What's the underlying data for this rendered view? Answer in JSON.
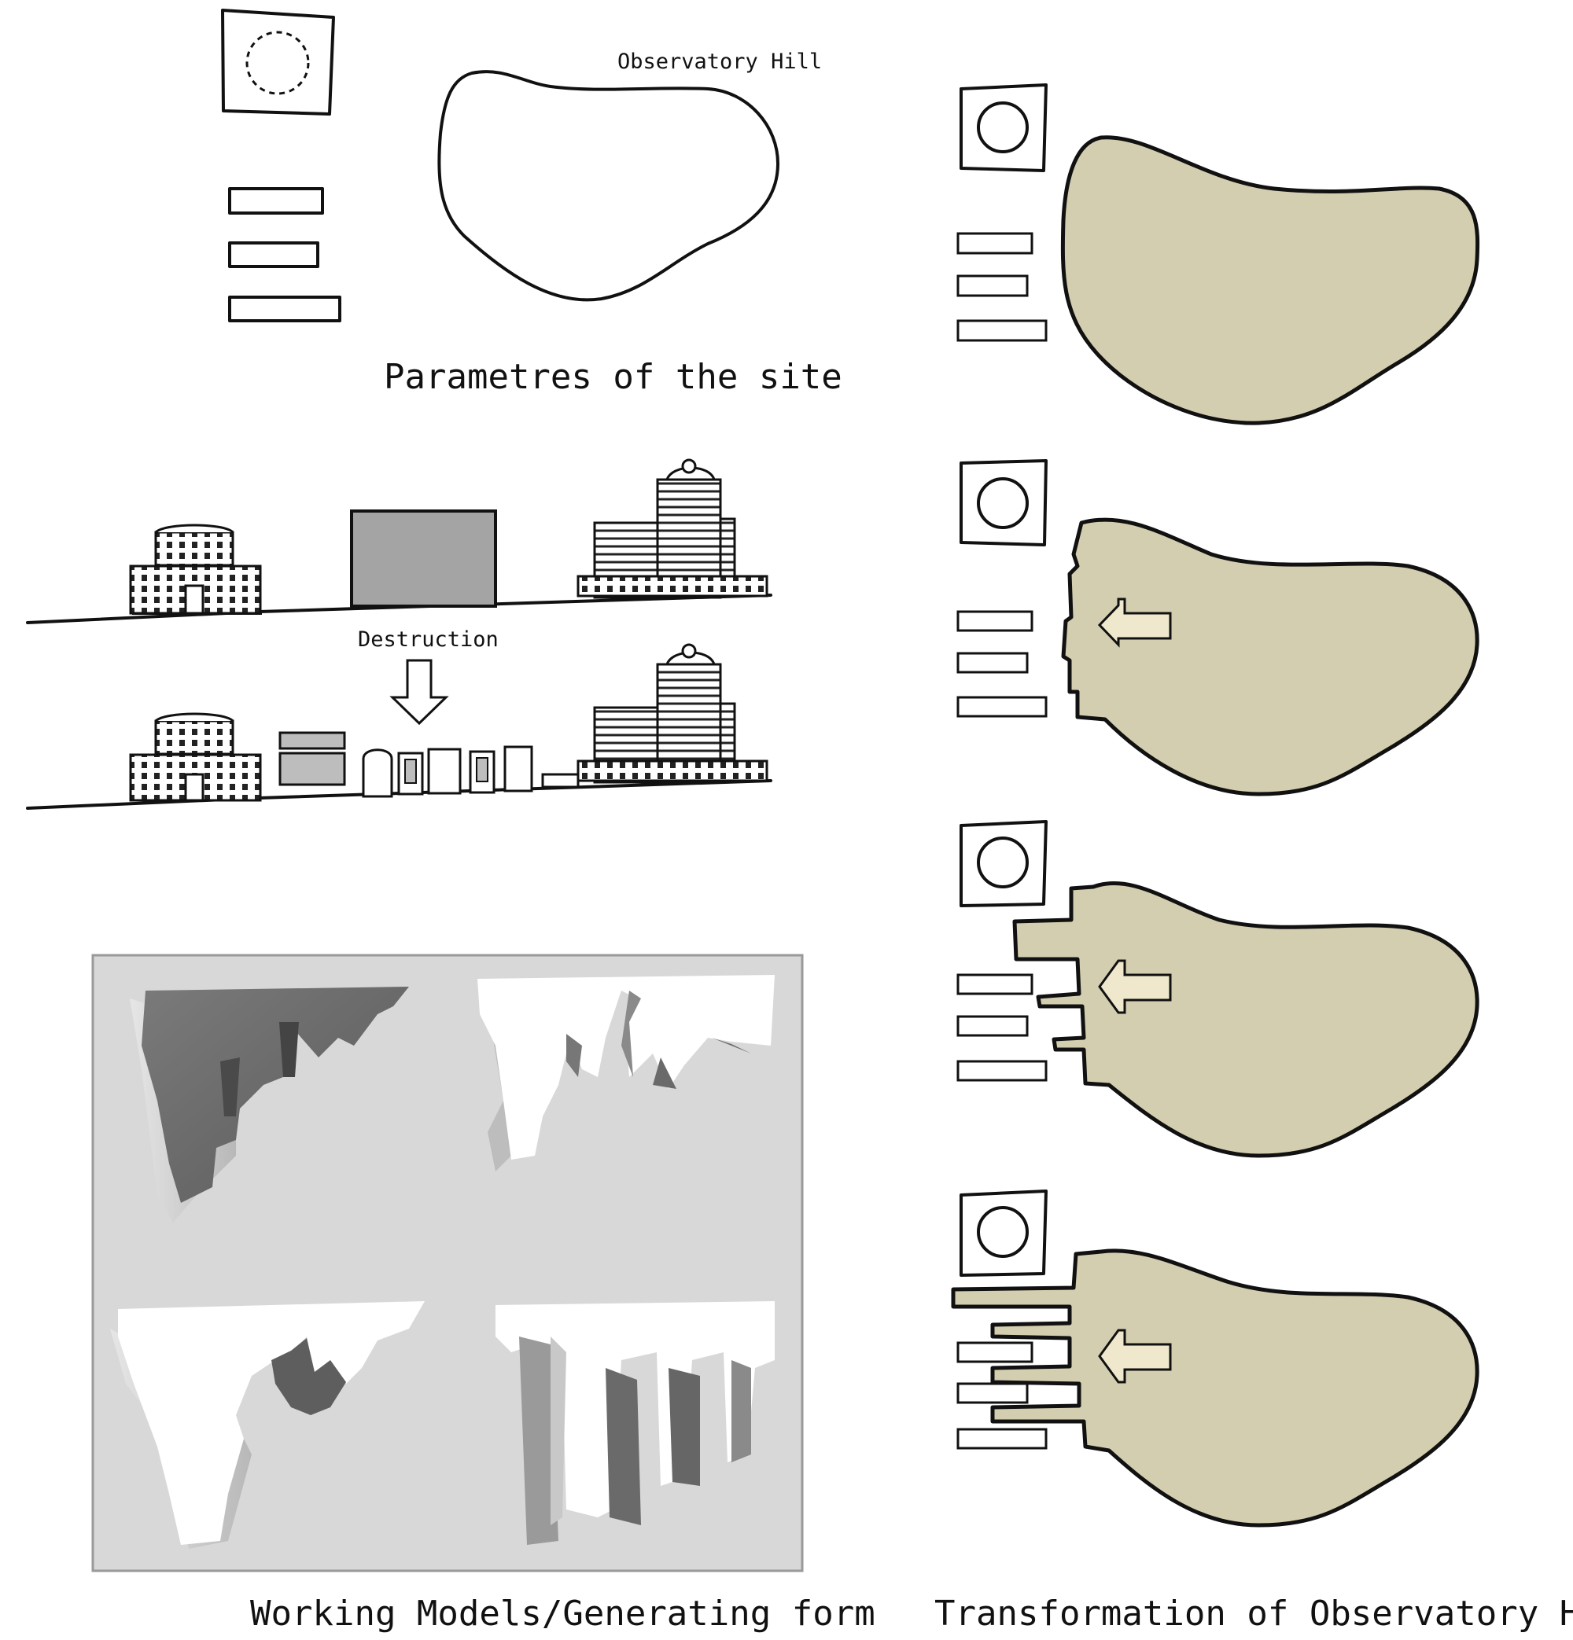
{
  "labels": {
    "observatory_hill": "Observatory Hill",
    "parametres": "Parametres of the site",
    "destruction": "Destruction",
    "working_models": "Working Models/Generating form",
    "transformation": "Transformation of Observatory Hill"
  },
  "colors": {
    "hill_fill": "#d4ceb0",
    "line": "#111111",
    "model_backdrop": "#d8d8d8",
    "arrow_fill": "#efe8cc"
  },
  "transformation_steps": 4,
  "model_panels": 4
}
